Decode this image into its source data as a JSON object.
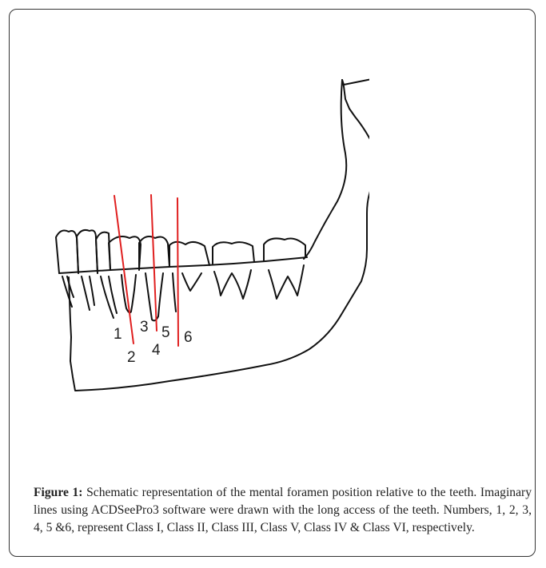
{
  "figure": {
    "label": "Figure 1:",
    "caption": " Schematic representation of the mental foramen position relative to the teeth. Imaginary lines using ACDSeePro3 software were drawn with the long access of the teeth. Numbers, 1, 2, 3, 4, 5 &6, represent Class I, Class II, Class III, Class V, Class IV & Class VI, respectively.",
    "numbers": {
      "n1": "1",
      "n2": "2",
      "n3": "3",
      "n4": "4",
      "n5": "5",
      "n6": "6"
    },
    "colors": {
      "reference_lines": "#e02020",
      "outline": "#111111"
    }
  }
}
